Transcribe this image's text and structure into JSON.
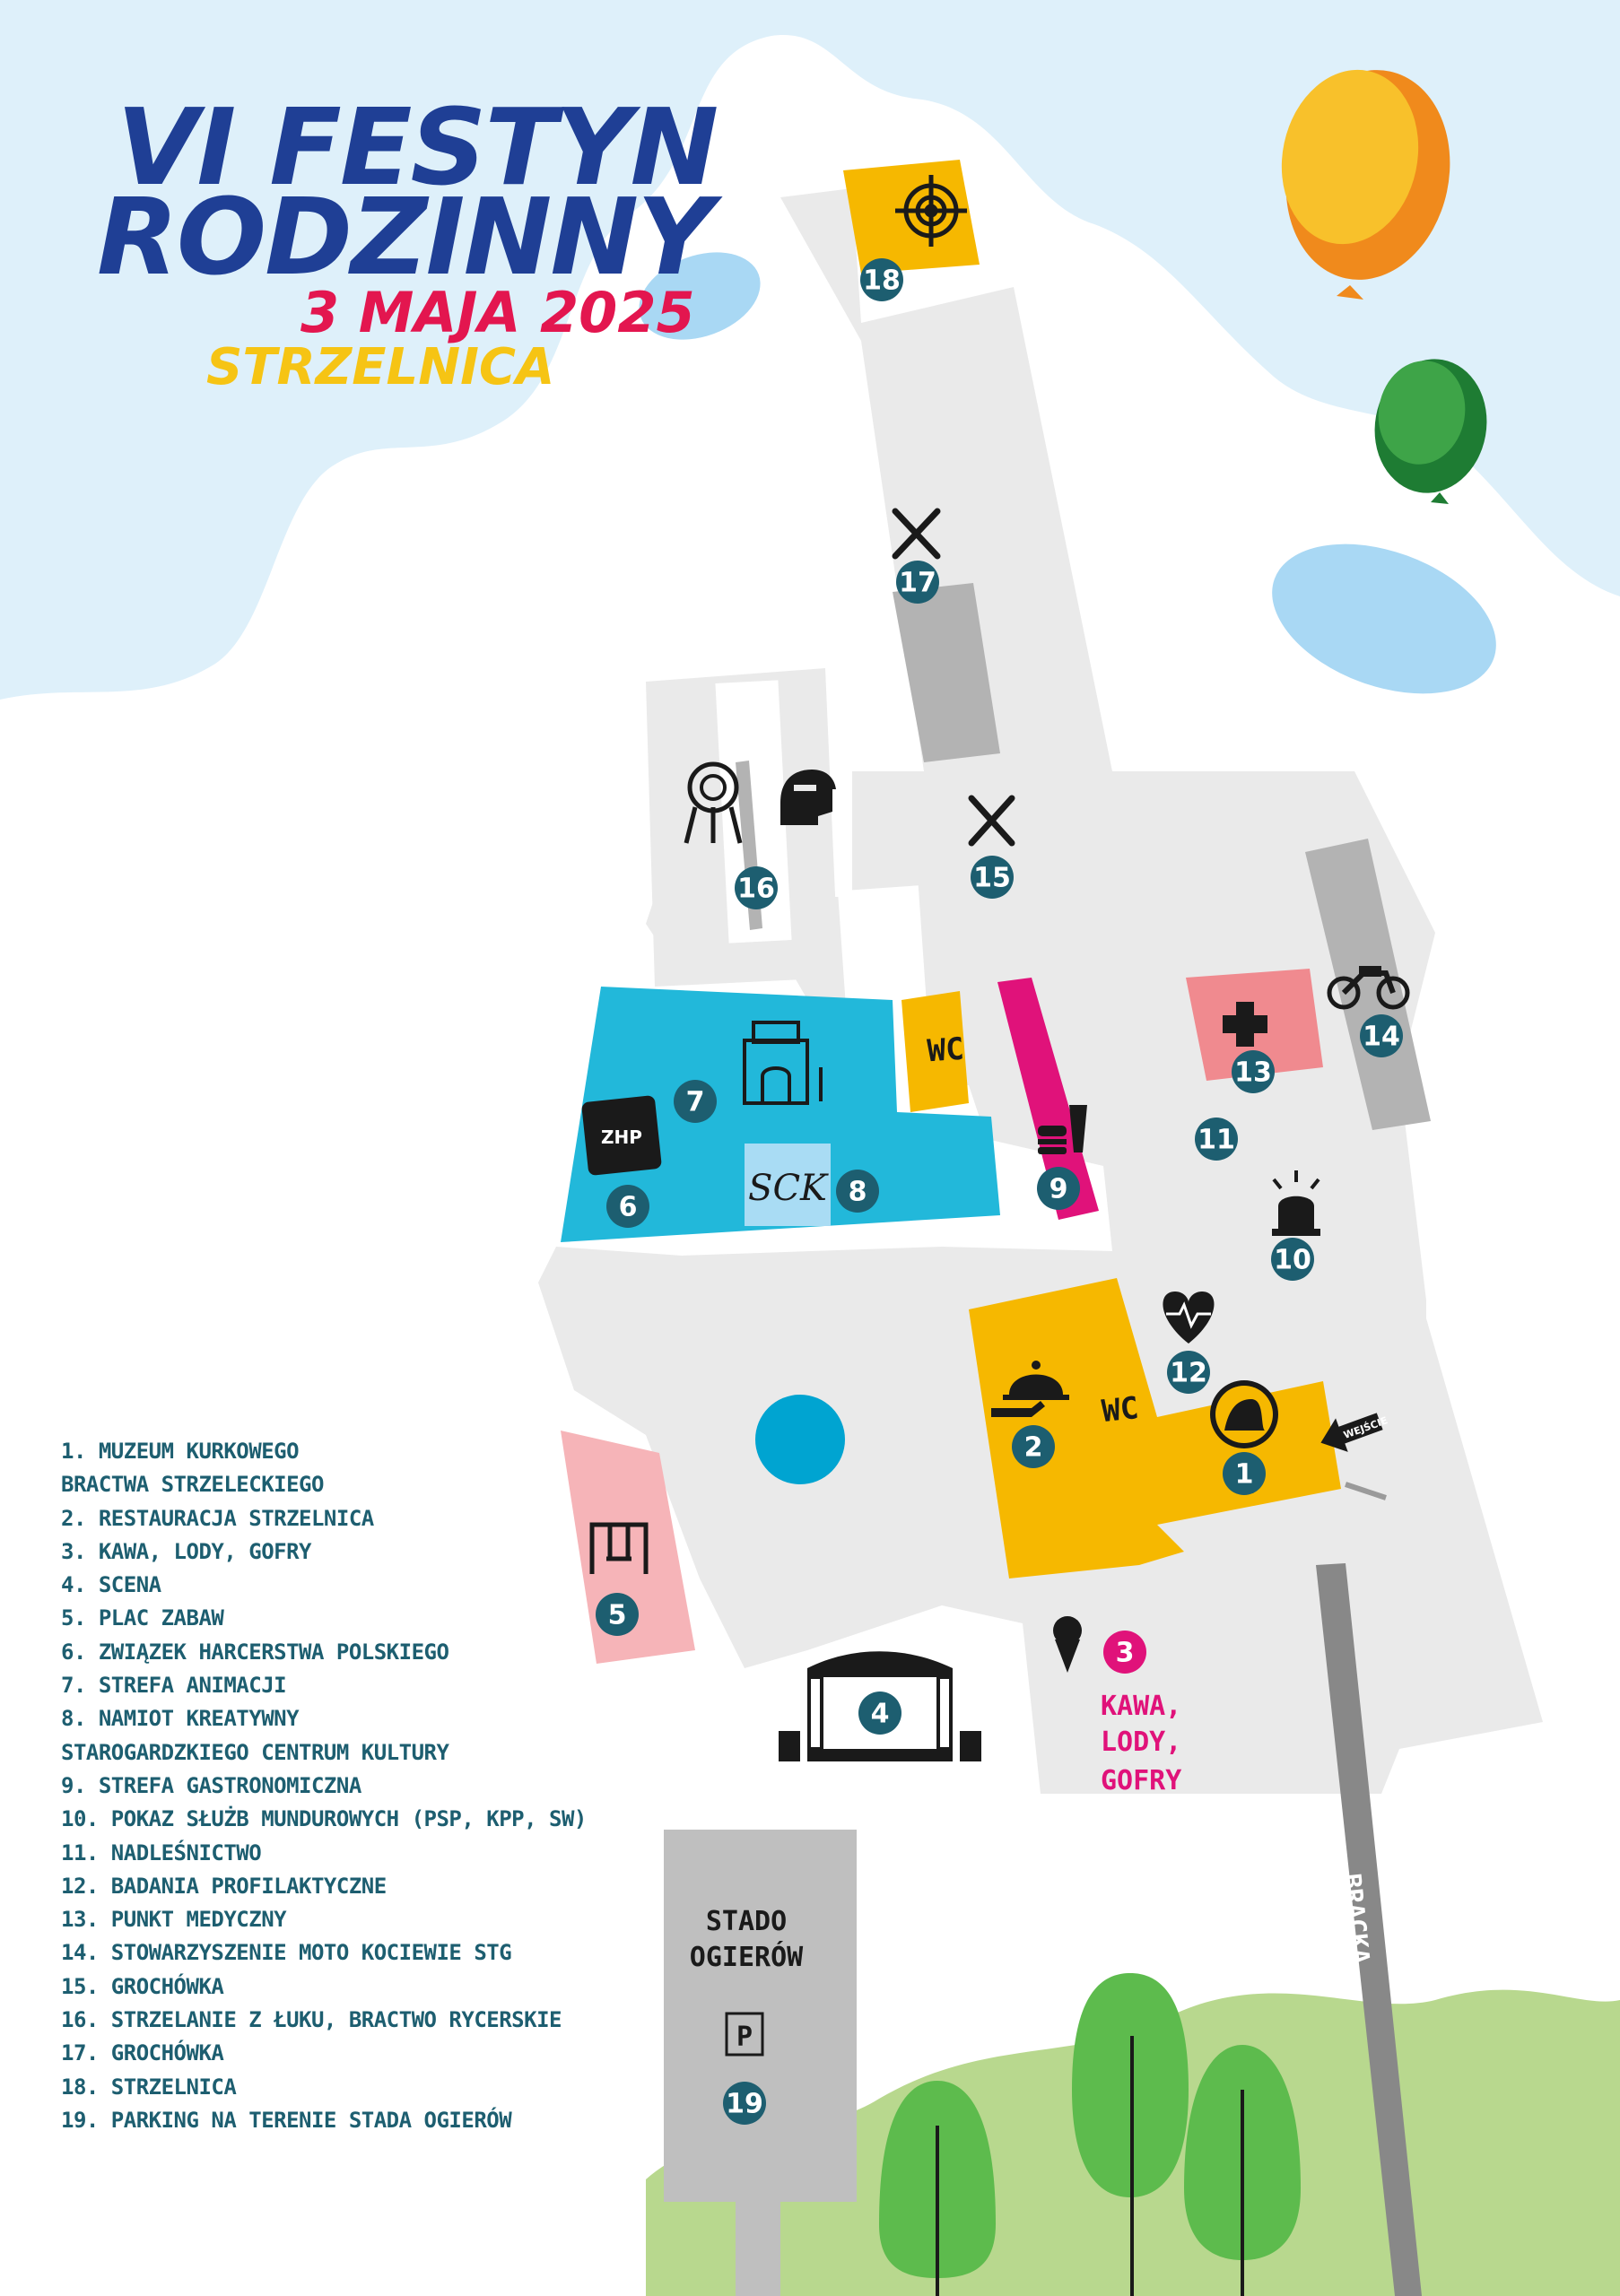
{
  "header": {
    "title_line1": "VI FESTYN",
    "title_line2": "RODZINNY",
    "date": "3 MAJA 2025",
    "location": "STRZELNICA"
  },
  "colors": {
    "title": "#1f3f95",
    "date": "#e3164f",
    "location": "#f6c414",
    "pin": "#1d5e70",
    "pin_highlight": "#e0127a",
    "path": "#eaeaea",
    "animation_zone": "#22b8da",
    "building": "#f6b800",
    "gastro_zone": "#e0127a",
    "medical": "#f08a8f",
    "playground": "#f6b4b8",
    "road": "#a9a9a9",
    "sky": "#def0fa",
    "hills": "#b8d88e",
    "trees": "#5dbb4d"
  },
  "map": {
    "wc_label": "WC",
    "sck_label": "SCK",
    "zhp_label": "ZHP",
    "entrance_label": "WEJŚCIE",
    "street_label": "BRACKA",
    "parking_label_line1": "STADO",
    "parking_label_line2": "OGIERÓW",
    "parking_sign": "P",
    "stand_3_lines": [
      "KAWA,",
      "LODY,",
      "GOFRY"
    ],
    "pins": [
      "1",
      "2",
      "3",
      "4",
      "5",
      "6",
      "7",
      "8",
      "9",
      "10",
      "11",
      "12",
      "13",
      "14",
      "15",
      "16",
      "17",
      "18",
      "19"
    ]
  },
  "legend": [
    "1. MUZEUM KURKOWEGO",
    "BRACTWA STRZELECKIEGO",
    "2. RESTAURACJA STRZELNICA",
    "3. KAWA, LODY, GOFRY",
    "4. SCENA",
    "5. PLAC ZABAW",
    "6. ZWIĄZEK HARCERSTWA POLSKIEGO",
    "7. STREFA ANIMACJI",
    "8. NAMIOT KREATYWNY",
    "STAROGARDZKIEGO CENTRUM KULTURY",
    "9. STREFA GASTRONOMICZNA",
    "10. POKAZ SŁUŻB MUNDUROWYCH (PSP, KPP, SW)",
    "11. NADLEŚNICTWO",
    "12. BADANIA PROFILAKTYCZNE",
    "13. PUNKT MEDYCZNY",
    "14. STOWARZYSZENIE MOTO KOCIEWIE STG",
    "15. GROCHÓWKA",
    "16. STRZELANIE Z ŁUKU, BRACTWO RYCERSKIE",
    "17. GROCHÓWKA",
    "18. STRZELNICA",
    "19. PARKING NA TERENIE STADA OGIERÓW"
  ]
}
